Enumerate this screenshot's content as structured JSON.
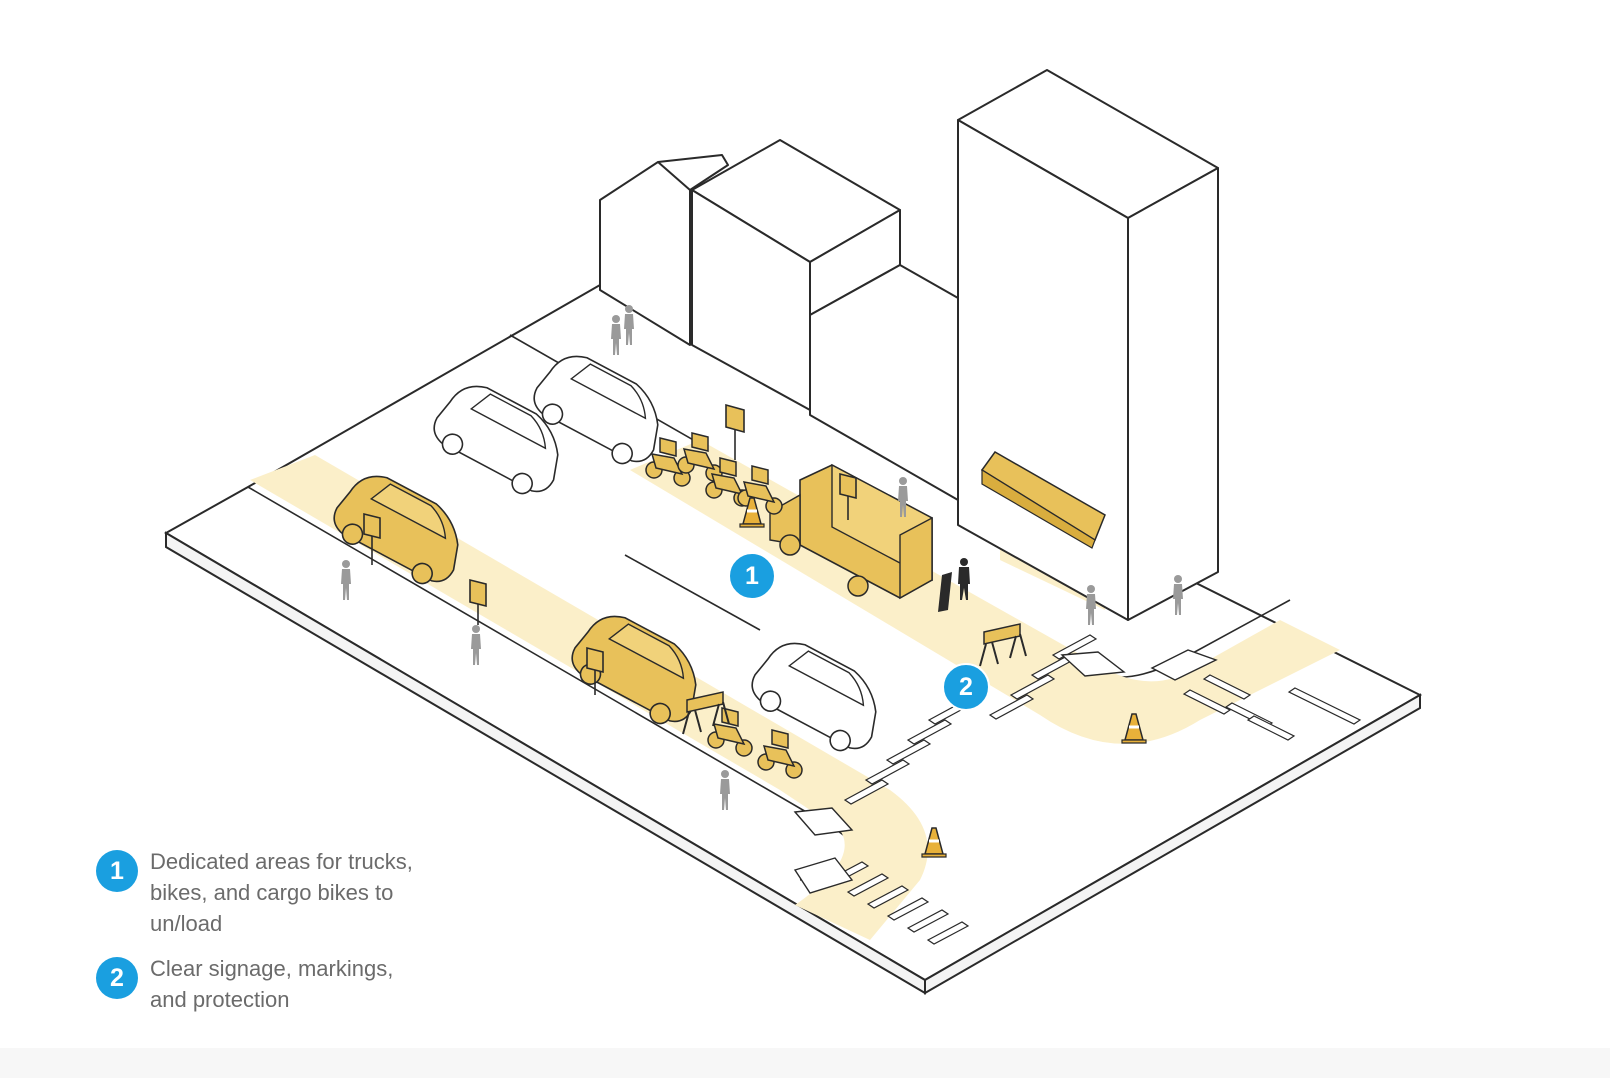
{
  "callouts": [
    {
      "number": "1"
    },
    {
      "number": "2"
    }
  ],
  "legend": {
    "items": [
      {
        "number": "1",
        "text": "Dedicated areas for trucks, bikes, and cargo bikes to un/load"
      },
      {
        "number": "2",
        "text": "Clear signage, markings, and protection"
      }
    ]
  },
  "colors": {
    "accent_blue": "#1a9fe0",
    "highlight_yellow": "#e8c15a",
    "zone_yellow": "#fbefc9",
    "line": "#2a2a2a",
    "pedestrian_gray": "#9a9a9a",
    "text_gray": "#6b6b6b"
  }
}
